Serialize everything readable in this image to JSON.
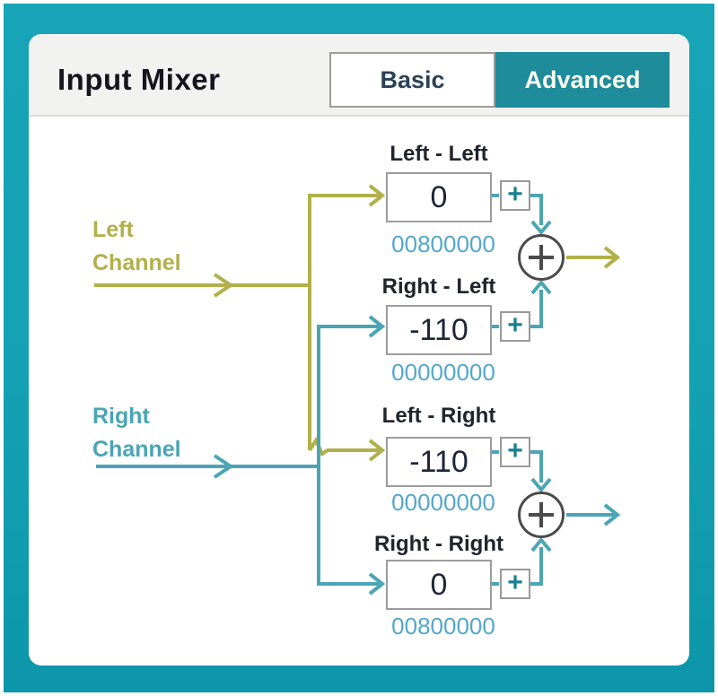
{
  "header": {
    "title": "Input Mixer",
    "tabs": [
      {
        "label": "Basic",
        "active": false
      },
      {
        "label": "Advanced",
        "active": true
      }
    ]
  },
  "channels": {
    "left": {
      "line1": "Left",
      "line2": "Channel"
    },
    "right": {
      "line1": "Right",
      "line2": "Channel"
    }
  },
  "gains": [
    {
      "label": "Left - Left",
      "value": "0",
      "register": "00800000"
    },
    {
      "label": "Right - Left",
      "value": "-110",
      "register": "00000000"
    },
    {
      "label": "Left - Right",
      "value": "-110",
      "register": "00000000"
    },
    {
      "label": "Right - Right",
      "value": "0",
      "register": "00800000"
    }
  ],
  "icons": {
    "plus_button": "+"
  },
  "colors": {
    "frame_teal": "#16a4b6",
    "active_tab_teal": "#1e8c9b",
    "left_channel_olive": "#b1b04a",
    "right_channel_teal": "#4ba5b4",
    "plus_icon_teal": "#19808f",
    "register_blue": "#55a7cb",
    "sum_gray": "#4b4b4b"
  }
}
